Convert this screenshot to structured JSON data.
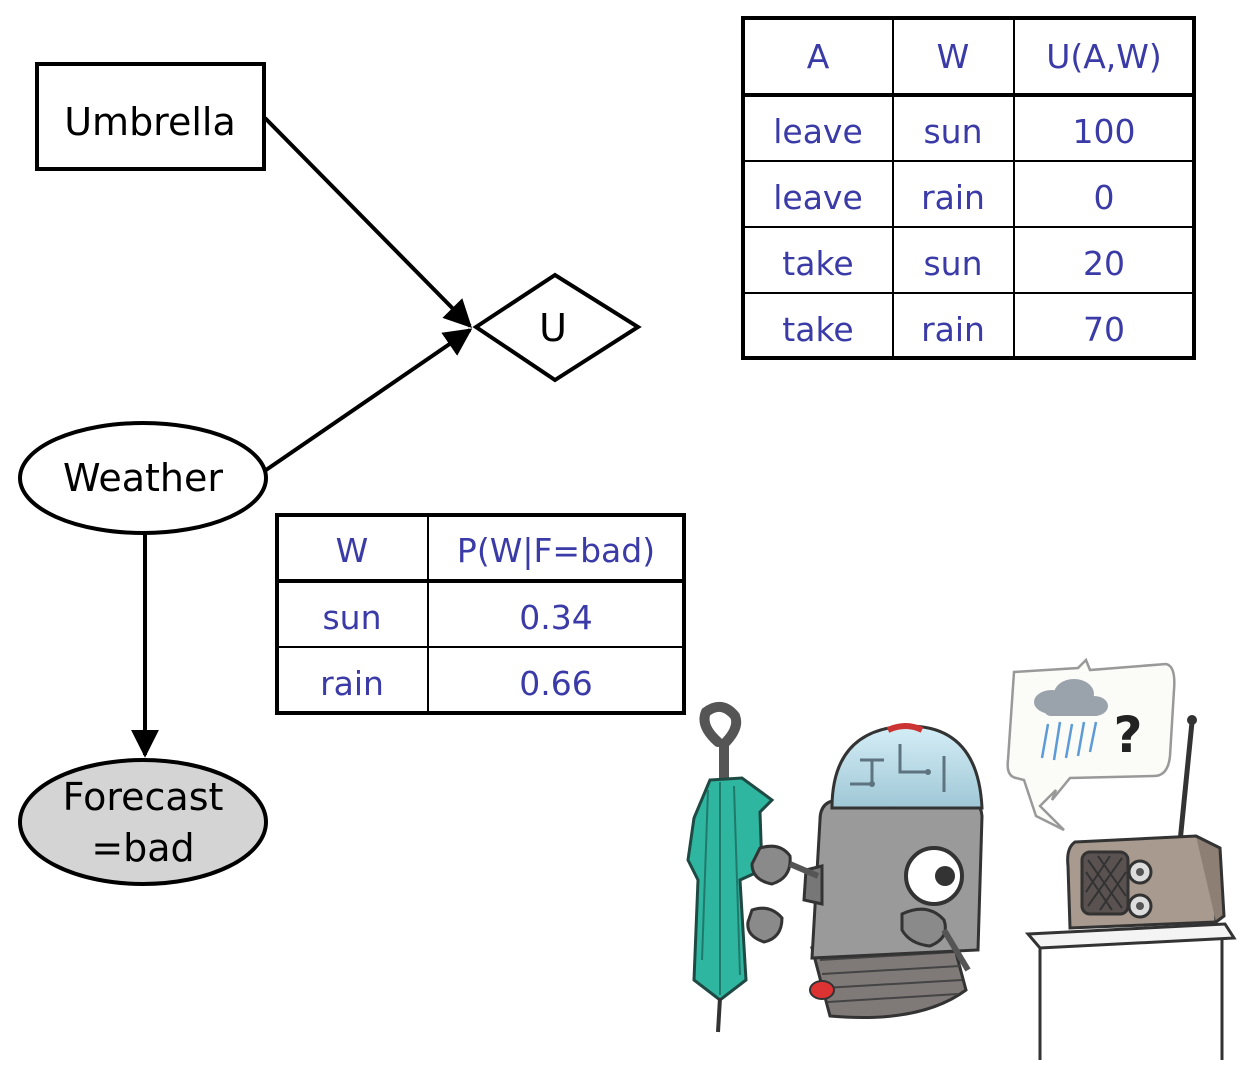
{
  "nodes": {
    "umbrella": {
      "label": "Umbrella",
      "shape": "rectangle"
    },
    "utility": {
      "label": "U",
      "shape": "diamond"
    },
    "weather": {
      "label": "Weather",
      "shape": "ellipse"
    },
    "forecast": {
      "line1": "Forecast",
      "line2": "=bad",
      "shape": "ellipse",
      "observed": true
    }
  },
  "edges": [
    {
      "from": "umbrella",
      "to": "utility"
    },
    {
      "from": "weather",
      "to": "utility"
    },
    {
      "from": "weather",
      "to": "forecast"
    }
  ],
  "utility_table": {
    "headers": [
      "A",
      "W",
      "U(A,W)"
    ],
    "rows": [
      [
        "leave",
        "sun",
        "100"
      ],
      [
        "leave",
        "rain",
        "0"
      ],
      [
        "take",
        "sun",
        "20"
      ],
      [
        "take",
        "rain",
        "70"
      ]
    ]
  },
  "posterior_table": {
    "headers": [
      "W",
      "P(W|F=bad)"
    ],
    "rows": [
      [
        "sun",
        "0.34"
      ],
      [
        "rain",
        "0.66"
      ]
    ]
  },
  "illustration": {
    "thought_bubble": "?",
    "icons": [
      "robot-icon",
      "umbrella-icon",
      "rain-cloud-icon",
      "radio-icon"
    ]
  },
  "colors": {
    "table_text": "#3b3ba8",
    "observed_node_fill": "#d4d4d4",
    "umbrella_green": "#2fb6a0"
  }
}
